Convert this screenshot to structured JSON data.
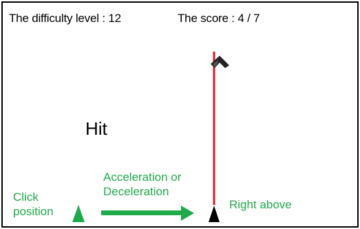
{
  "hud": {
    "difficulty_text": "The difficulty level : 12",
    "score_text": "The score : 4 / 7"
  },
  "game": {
    "status_text": "Hit"
  },
  "annotations": {
    "click_position_line1": "Click",
    "click_position_line2": "position",
    "accel_line1": "Acceleration or",
    "accel_line2": "Deceleration",
    "right_above": "Right above"
  },
  "colors": {
    "annotation_green": "#1faa4a",
    "target_line_red": "#e0181f",
    "frame_black": "#000000"
  },
  "icons": {
    "falling_object": "diamond-shape-icon",
    "target_marker": "black-triangle-icon",
    "click_marker": "green-triangle-icon",
    "direction_arrow": "right-arrow-icon"
  }
}
